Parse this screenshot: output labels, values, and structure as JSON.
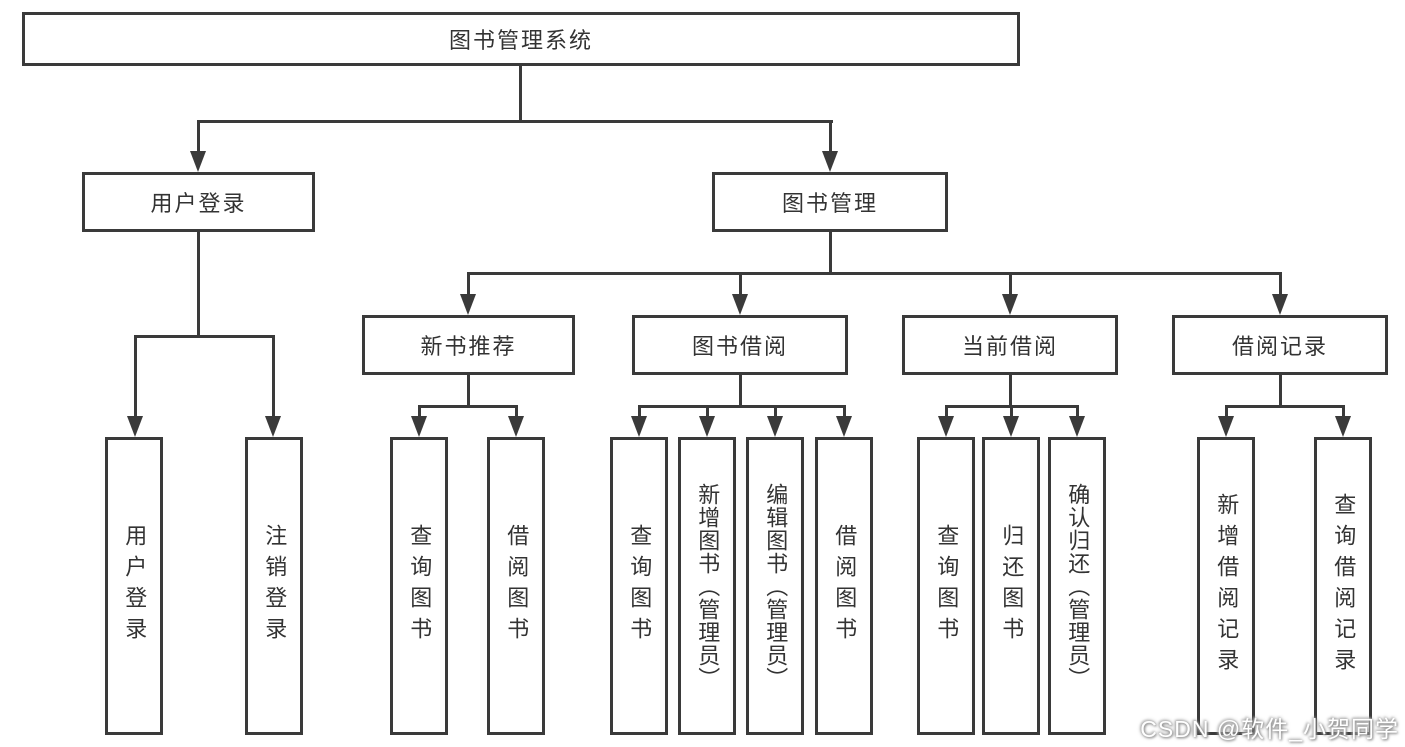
{
  "colors": {
    "line": "#3a3a3a",
    "text": "#333333",
    "background": "#ffffff"
  },
  "diagram": {
    "root": {
      "label": "图书管理系统"
    },
    "level2": [
      {
        "label": "用户登录"
      },
      {
        "label": "图书管理"
      }
    ],
    "level3": [
      {
        "label": "新书推荐"
      },
      {
        "label": "图书借阅"
      },
      {
        "label": "当前借阅"
      },
      {
        "label": "借阅记录"
      }
    ],
    "leaves": [
      {
        "label": "用户登录"
      },
      {
        "label": "注销登录"
      },
      {
        "label": "查询图书"
      },
      {
        "label": "借阅图书"
      },
      {
        "label": "查询图书"
      },
      {
        "label": "新增图书（管理员）"
      },
      {
        "label": "编辑图书（管理员）"
      },
      {
        "label": "借阅图书"
      },
      {
        "label": "查询图书"
      },
      {
        "label": "归还图书"
      },
      {
        "label": "确认归还（管理员）"
      },
      {
        "label": "新增借阅记录"
      },
      {
        "label": "查询借阅记录"
      }
    ]
  },
  "watermark": {
    "text": "CSDN @软件_小贺同学"
  }
}
